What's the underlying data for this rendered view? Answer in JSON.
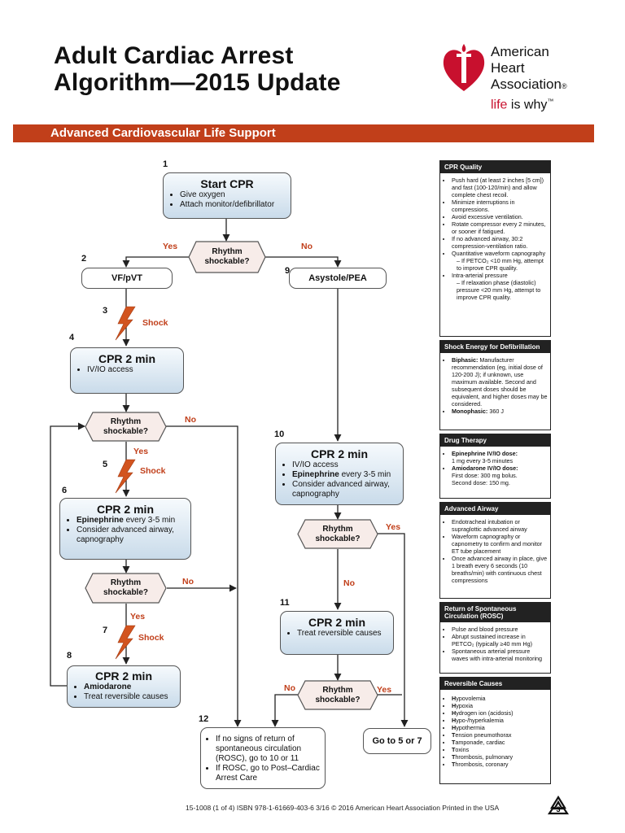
{
  "header": {
    "title_line1": "Adult Cardiac Arrest",
    "title_line2": "Algorithm—2015 Update",
    "org_line1": "American",
    "org_line2": "Heart",
    "org_line3": "Association",
    "org_reg": "®",
    "tagline_life": "life",
    "tagline_rest": " is why",
    "tagline_tm": "™",
    "banner": "Advanced Cardiovascular Life Support",
    "brand_color": "#c13f1a"
  },
  "flow": {
    "n1": "1",
    "n2": "2",
    "n3": "3",
    "n4": "4",
    "n5": "5",
    "n6": "6",
    "n7": "7",
    "n8": "8",
    "n9": "9",
    "n10": "10",
    "n11": "11",
    "n12": "12",
    "start_title": "Start CPR",
    "start_items": [
      "Give oxygen",
      "Attach monitor/defibrillator"
    ],
    "rhythm_q": "Rhythm shockable?",
    "yes": "Yes",
    "no": "No",
    "shock": "Shock",
    "vf": "VF/pVT",
    "asystole": "Asystole/PEA",
    "cpr": "CPR 2 min",
    "b4_items": [
      "IV/IO access"
    ],
    "b6_item1_bold": "Epinephrine",
    "b6_item1_rest": " every 3-5 min",
    "b6_item2": "Consider advanced airway, capnography",
    "b8_item1": "Amiodarone",
    "b8_item2": "Treat reversible causes",
    "b10_item1": "IV/IO access",
    "b10_item2_bold": "Epinephrine",
    "b10_item2_rest": " every 3-5 min",
    "b10_item3": "Consider advanced airway, capnography",
    "b11_item1": "Treat reversible causes",
    "b12_items": [
      "If no signs of return of spontaneous circulation (ROSC), go to 10 or 11",
      "If ROSC, go to Post–Cardiac Arrest Care"
    ],
    "goto": "Go to 5 or 7"
  },
  "sidebar": {
    "cpr_quality": {
      "title": "CPR Quality",
      "items": [
        "Push hard (at least 2 inches [5 cm]) and fast (100-120/min) and allow complete chest recoil.",
        "Minimize interruptions in compressions.",
        "Avoid excessive ventilation.",
        "Rotate compressor every 2 minutes, or sooner if fatigued.",
        "If no advanced airway, 30:2 compression-ventilation ratio.",
        "Quantitative waveform capnography",
        "Intra-arterial pressure"
      ],
      "sub1": "– If PETCO₂ <10 mm Hg, attempt to improve CPR quality.",
      "sub2": "– If relaxation phase (diastolic) pressure <20 mm Hg, attempt to improve CPR quality."
    },
    "shock_energy": {
      "title": "Shock Energy for Defibrillation",
      "biphasic_label": "Biphasic:",
      "biphasic_text": " Manufacturer recommendation (eg, initial dose of 120-200 J); if unknown, use maximum available. Second and subsequent doses should be equivalent, and higher doses may be considered.",
      "mono_label": "Monophasic:",
      "mono_text": " 360 J"
    },
    "drug": {
      "title": "Drug Therapy",
      "epi_label": "Epinephrine IV/IO dose:",
      "epi_text": "1 mg every 3-5 minutes",
      "amio_label": "Amiodarone IV/IO dose:",
      "amio_text1": "First dose: 300 mg bolus.",
      "amio_text2": "Second dose: 150 mg."
    },
    "airway": {
      "title": "Advanced Airway",
      "items": [
        "Endotracheal intubation or supraglottic advanced airway",
        "Waveform capnography or capnometry to confirm and monitor ET tube placement",
        "Once advanced airway in place, give 1 breath every 6 seconds (10 breaths/min) with continuous chest compressions"
      ]
    },
    "rosc": {
      "title": "Return of Spontaneous Circulation (ROSC)",
      "items": [
        "Pulse and blood pressure",
        "Abrupt sustained increase in PETCO₂ (typically ≥40 mm Hg)",
        "Spontaneous arterial pressure waves with intra-arterial monitoring"
      ]
    },
    "reversible": {
      "title": "Reversible Causes",
      "items": [
        [
          "H",
          "ypovolemia"
        ],
        [
          "H",
          "ypoxia"
        ],
        [
          "H",
          "ydrogen ion (acidosis)"
        ],
        [
          "H",
          "ypo-/hyperkalemia"
        ],
        [
          "H",
          "ypothermia"
        ],
        [
          "T",
          "ension pneumothorax"
        ],
        [
          "T",
          "amponade, cardiac"
        ],
        [
          "T",
          "oxins"
        ],
        [
          "T",
          "hrombosis, pulmonary"
        ],
        [
          "T",
          "hrombosis, coronary"
        ]
      ]
    }
  },
  "footer": {
    "text": "15-1008  (1 of 4)   ISBN 978-1-61669-403-6   3/16   © 2016 American Heart Association   Printed in the USA",
    "badge": "3"
  }
}
